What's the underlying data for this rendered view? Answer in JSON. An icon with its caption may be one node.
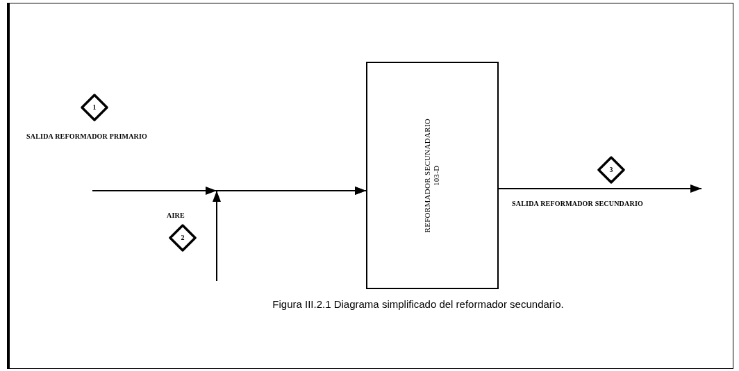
{
  "diagram": {
    "caption": "Figura III.2.1 Diagrama simplificado del reformador secundario.",
    "nodes": [
      {
        "text": [
          "1"
        ],
        "beside": [
          "SALIDA REFORMADOR PRIMARIO"
        ]
      },
      {
        "text": [
          "2"
        ],
        "beside": [
          "AIRE"
        ]
      },
      {
        "text": [
          "REFORMADOR SECUNADARIO",
          "103-D"
        ]
      },
      {
        "text": [
          "3"
        ],
        "beside": [
          "SALIDA REFORMADOR SECUNDARIO"
        ]
      }
    ],
    "edges": [
      {
        "from": null,
        "to": 2,
        "arrow": "to"
      },
      {
        "from": null,
        "to": 2,
        "arrow": "to"
      },
      {
        "from": 2,
        "to": null,
        "arrow": "to"
      }
    ]
  }
}
